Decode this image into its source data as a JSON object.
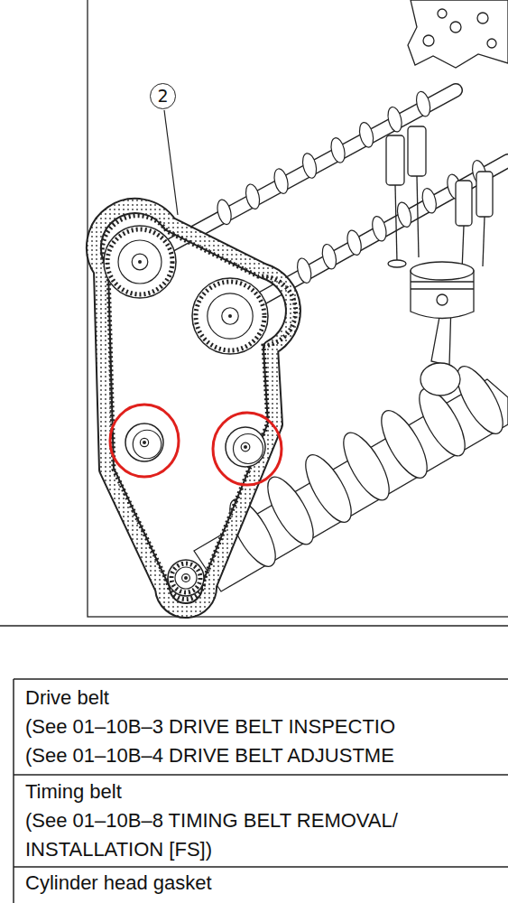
{
  "diagram": {
    "nodes": [
      {
        "text": [
          "2"
        ]
      }
    ],
    "labels": [
      "Drive belt",
      "(See 01–10B–3 DRIVE BELT INSPECTIO",
      "(See 01–10B–4 DRIVE BELT ADJUSTME",
      "Timing belt",
      "(See 01–10B–8 TIMING BELT REMOVAL/",
      "INSTALLATION [FS])",
      "Cylinder head gasket"
    ]
  }
}
